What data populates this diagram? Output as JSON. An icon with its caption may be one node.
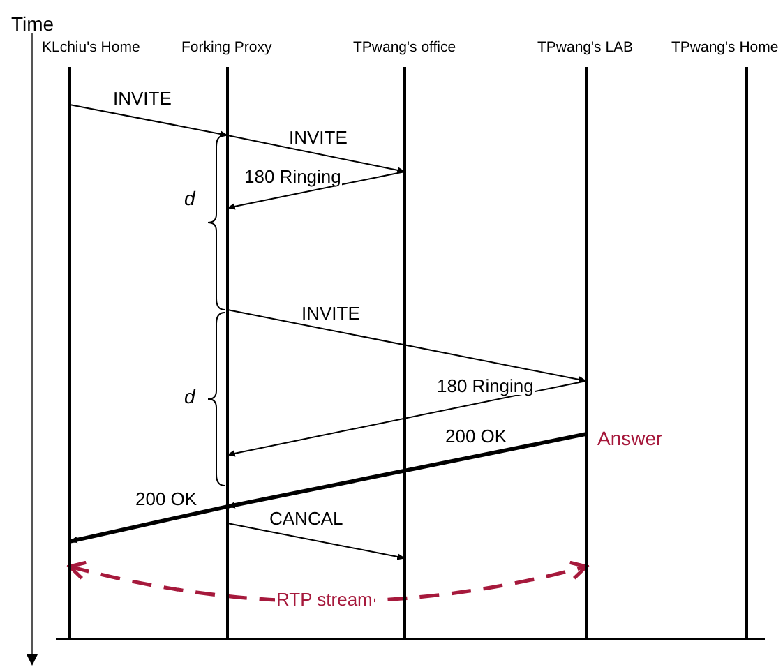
{
  "diagram": {
    "nodes": [
      {
        "text": [
          "KLchiu's Home"
        ]
      },
      {
        "text": [
          "Forking Proxy"
        ]
      },
      {
        "text": [
          "TPwang's office"
        ]
      },
      {
        "text": [
          "TPwang's LAB"
        ]
      },
      {
        "text": [
          "TPwang's Home"
        ]
      }
    ],
    "edges": [
      {
        "from": 0,
        "to": 1,
        "arrow": "to",
        "label": "INVITE"
      },
      {
        "from": 1,
        "to": 2,
        "arrow": "to",
        "label": "INVITE"
      },
      {
        "from": 2,
        "to": 1,
        "arrow": "to",
        "label": "180 Ringing"
      },
      {
        "from": 1,
        "to": 3,
        "arrow": "to",
        "label": "INVITE"
      },
      {
        "from": 3,
        "to": 1,
        "arrow": "to",
        "label": "180 Ringing"
      },
      {
        "from": 3,
        "to": 1,
        "arrow": "to",
        "label": "200 OK",
        "style": "thick"
      },
      {
        "from": 1,
        "to": 0,
        "arrow": "to",
        "label": "200 OK",
        "style": "thick"
      },
      {
        "from": 1,
        "to": 2,
        "arrow": "to",
        "label": "CANCAL"
      },
      {
        "from": 0,
        "to": 3,
        "arrow": "both",
        "label": "RTP stream",
        "style": "dashed",
        "color": "#a6193c"
      }
    ],
    "labels": [
      "Time",
      "d",
      "d",
      "Answer"
    ]
  }
}
